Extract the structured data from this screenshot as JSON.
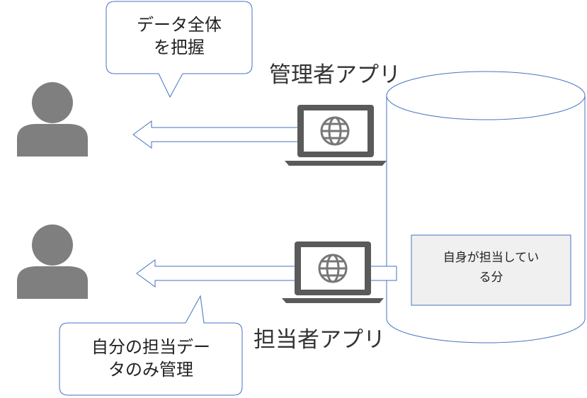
{
  "top_bubble": {
    "line1": "データ全体",
    "line2": "を把握"
  },
  "bottom_bubble": {
    "line1": "自分の担当デー",
    "line2": "タのみ管理"
  },
  "admin_app_label": "管理者アプリ",
  "owner_app_label": "担当者アプリ",
  "db_box": {
    "line1": "自身が担当してい",
    "line2": "る分"
  },
  "colors": {
    "person": "#7f7f7f",
    "stroke": "#4472c4",
    "laptop": "#5a5a5a",
    "box_fill": "#f0f0f0"
  }
}
